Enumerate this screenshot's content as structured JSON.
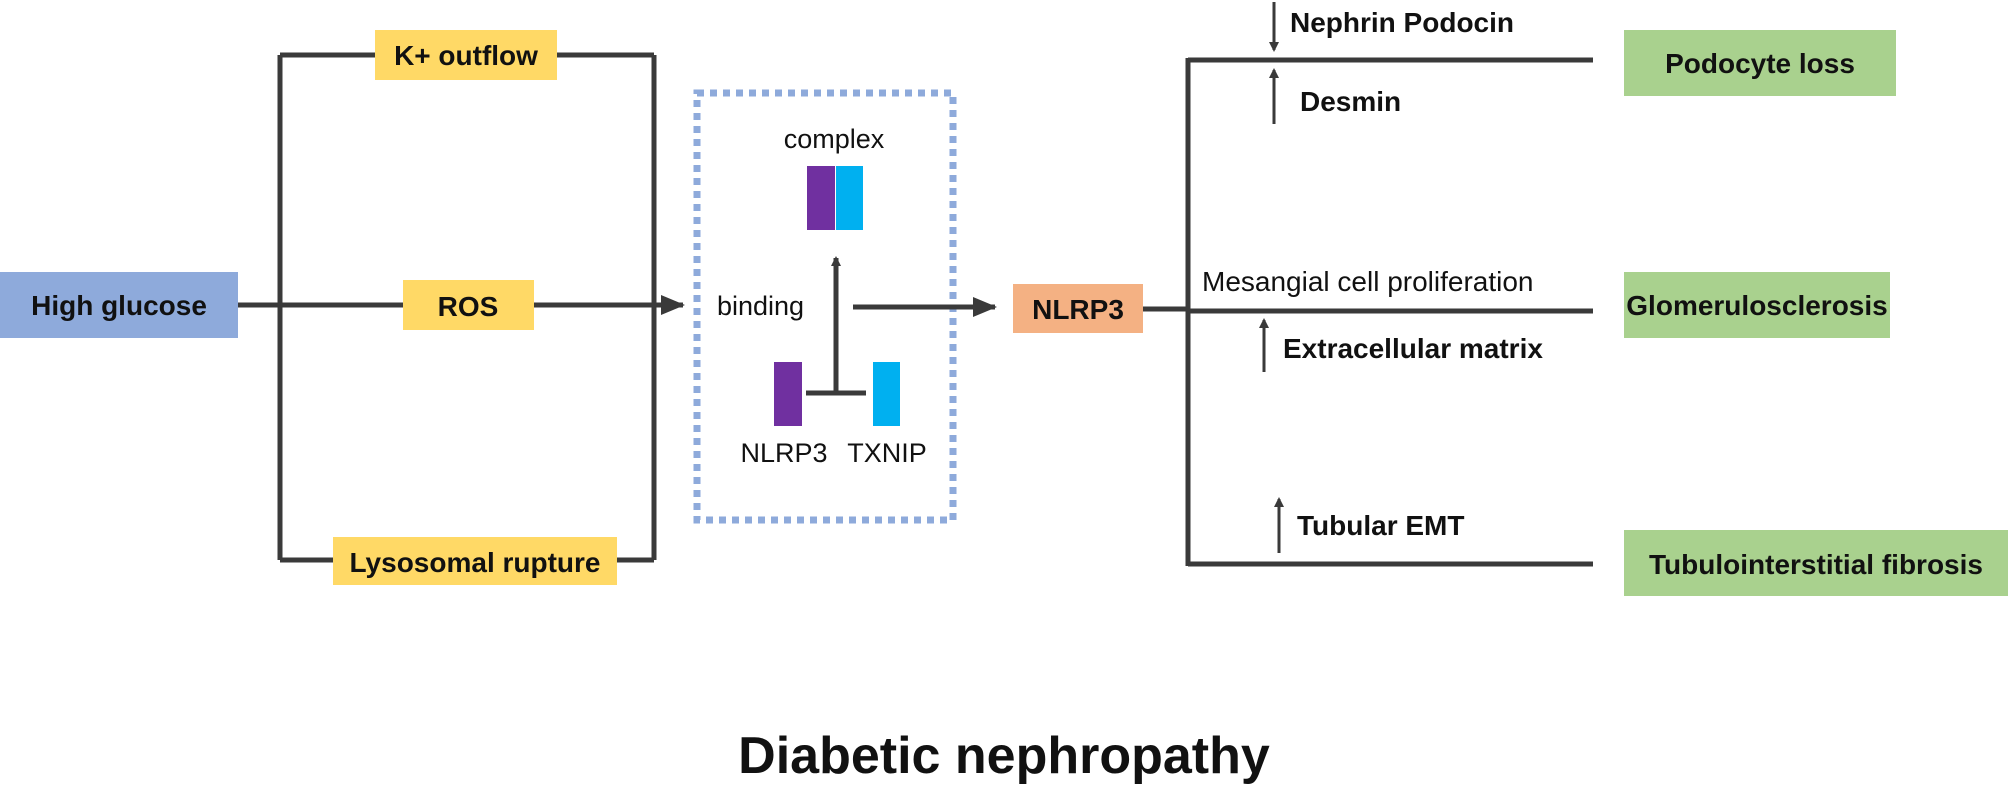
{
  "colors": {
    "blue_box": "#8eaadb",
    "yellow_box": "#ffd966",
    "orange_box": "#f4b183",
    "green_box": "#a9d18e",
    "purple_bar": "#7030a0",
    "cyan_bar": "#00b0f0",
    "dotted_border": "#8eaadb",
    "line": "#3a3a3a"
  },
  "inputs": {
    "high_glucose": "High glucose",
    "k_outflow": "K+ outflow",
    "ros": "ROS",
    "lysosomal_rupture": "Lysosomal rupture"
  },
  "complex_box": {
    "complex_label": "complex",
    "binding_label": "binding",
    "nlrp3_label": "NLRP3",
    "txnip_label": "TXNIP"
  },
  "center": {
    "nlrp3": "NLRP3"
  },
  "mechanisms": {
    "nephrin_podocin": "Nephrin Podocin",
    "desmin": "Desmin",
    "mesangial": "Mesangial cell  proliferation",
    "extracellular_matrix": "Extracellular matrix",
    "tubular_emt": "Tubular EMT"
  },
  "outcomes": {
    "podocyte_loss": "Podocyte loss",
    "glomerulosclerosis": "Glomerulosclerosis",
    "tubulointerstitial_fibrosis": "Tubulointerstitial fibrosis"
  },
  "title": "Diabetic nephropathy"
}
